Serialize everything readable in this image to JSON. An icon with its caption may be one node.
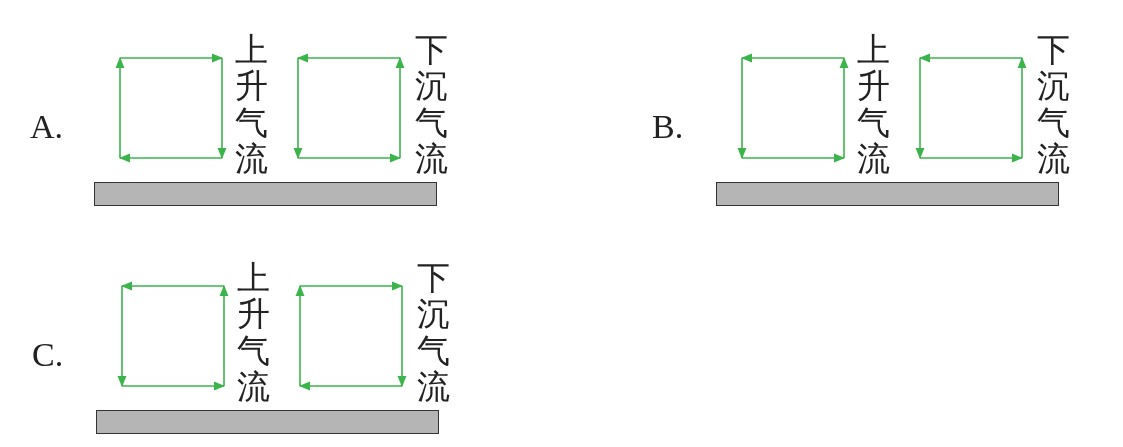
{
  "diagram": {
    "labels": [
      "A.",
      "上升气流",
      "下沉气流",
      "B.",
      "上升气流",
      "下沉气流",
      "C.",
      "上升气流",
      "下沉气流"
    ]
  }
}
